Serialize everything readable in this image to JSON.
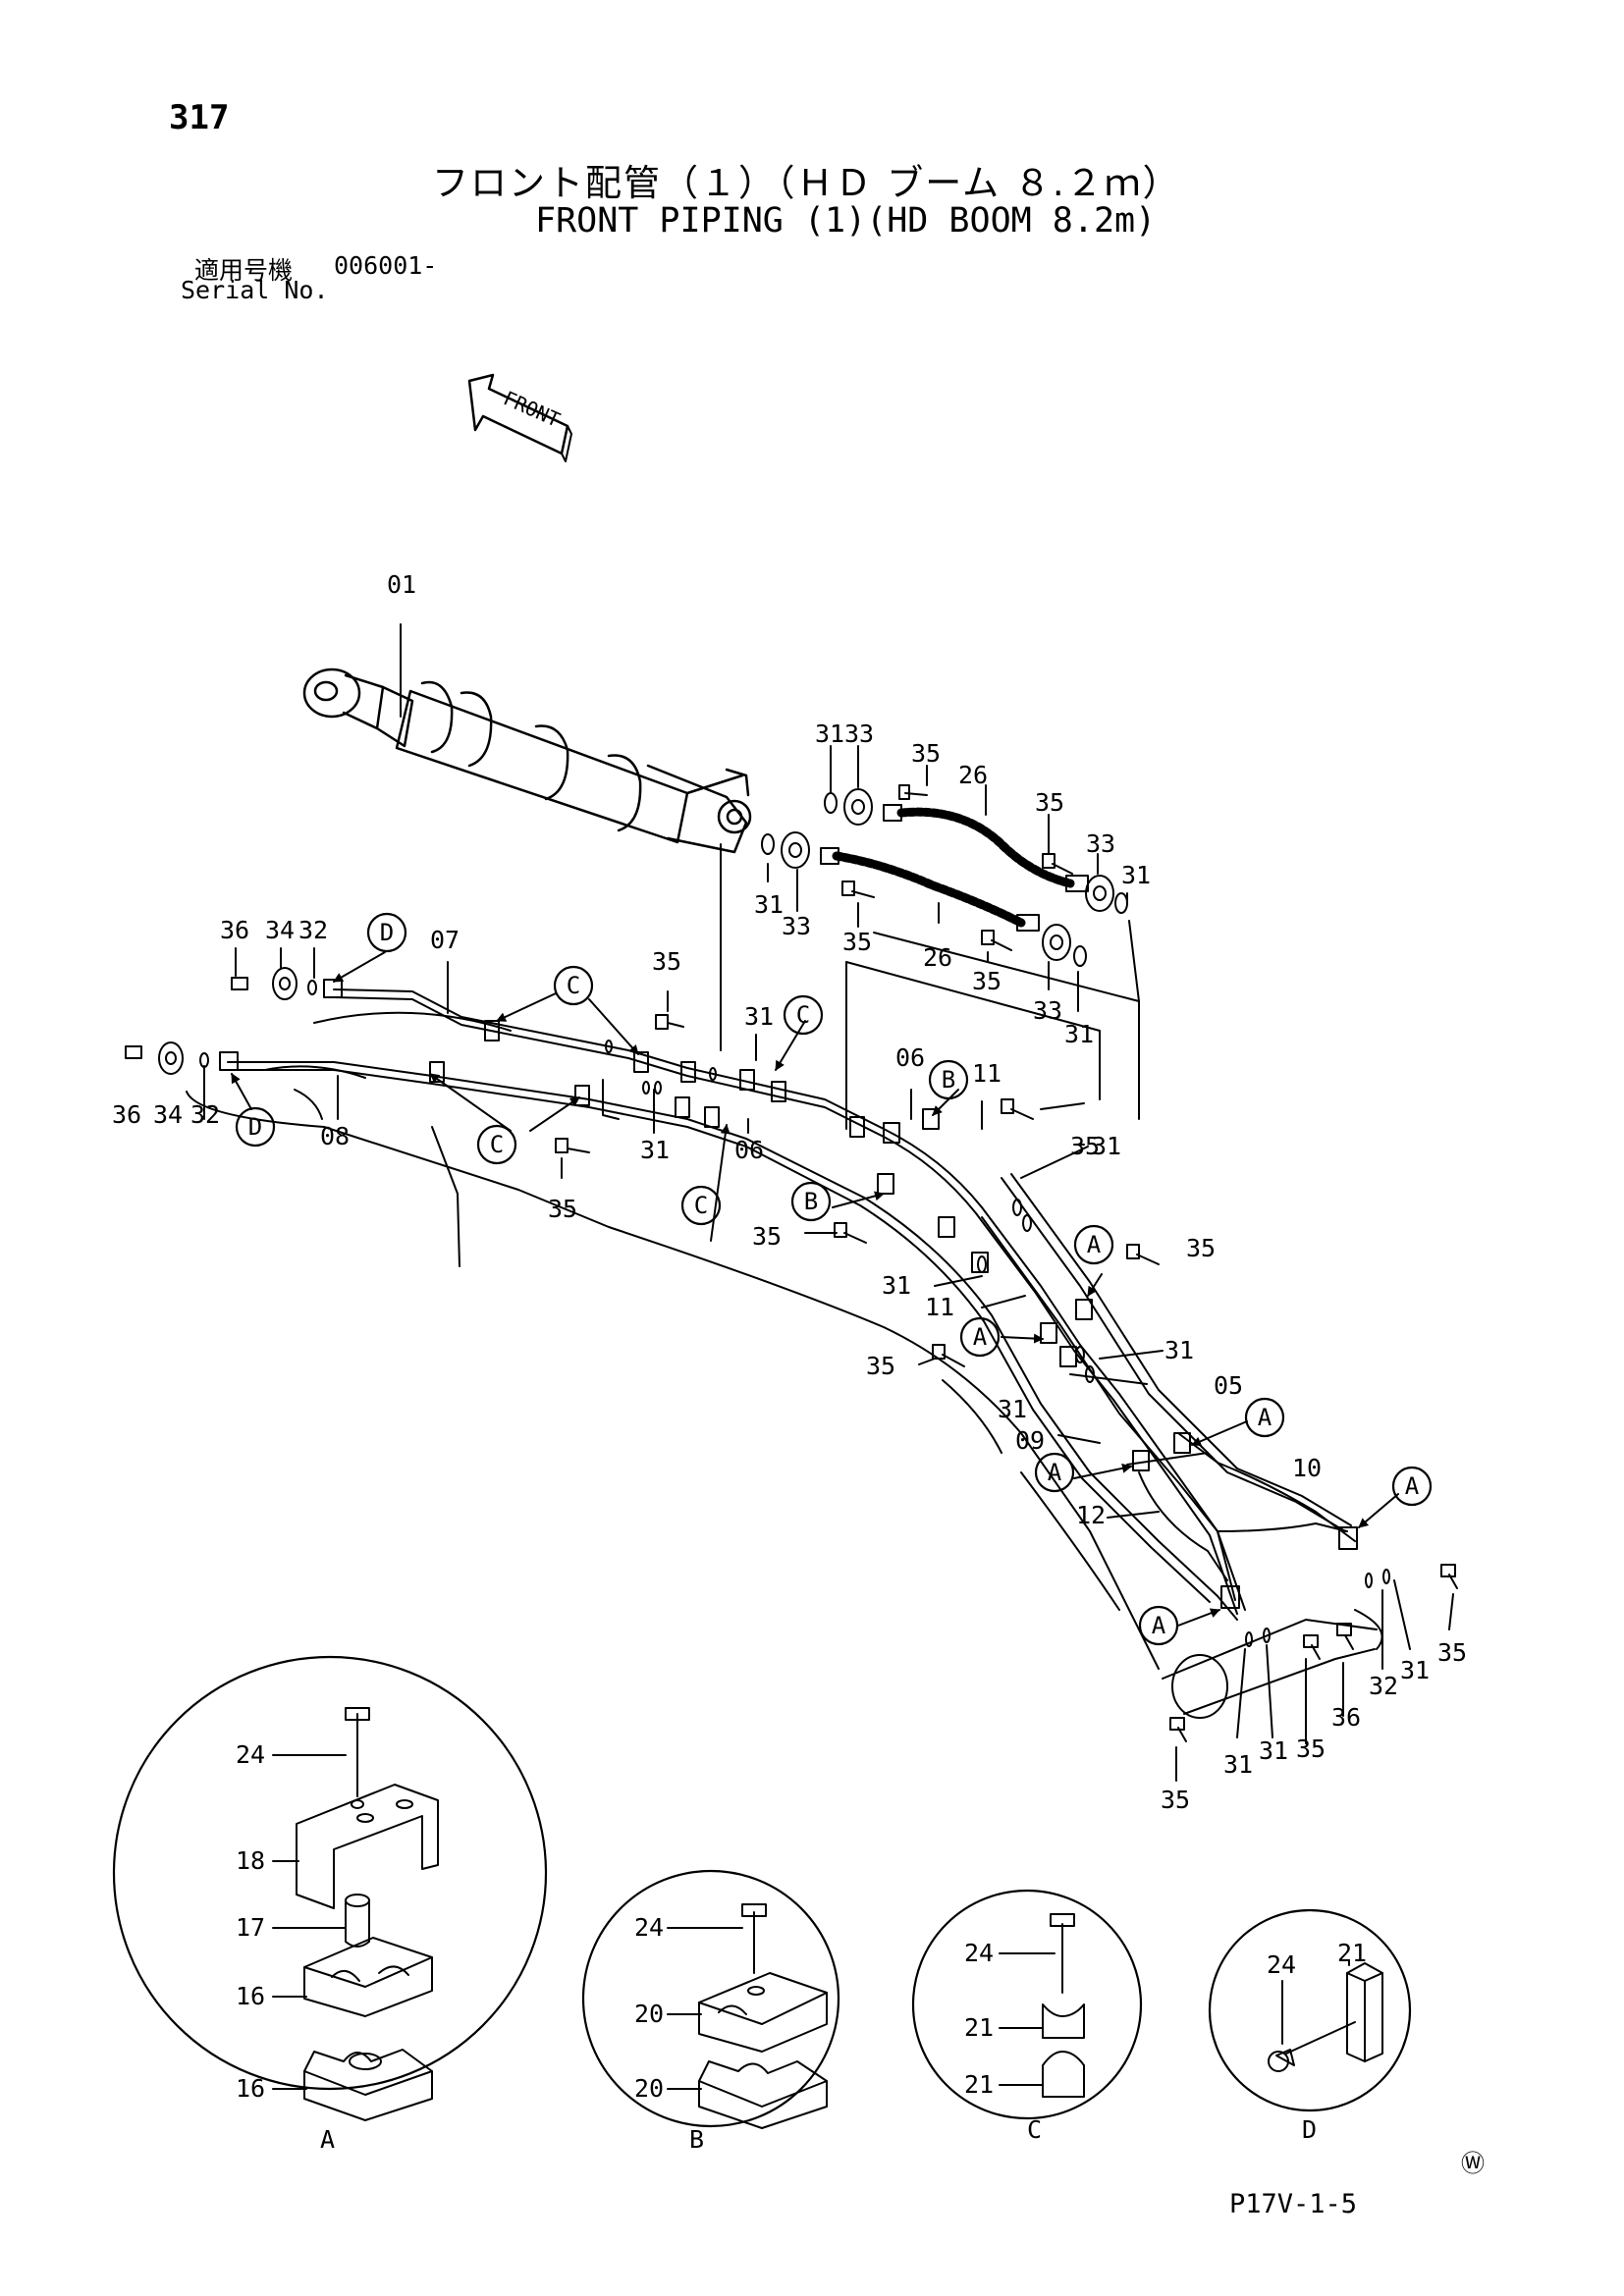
{
  "header": {
    "page_number": "317",
    "title_jp": "フロント配管（１）（ＨＤ ブーム ８.２ｍ）",
    "title_en": "FRONT PIPING (1)(HD BOOM 8.2m)",
    "serial_label_jp": "適用号機",
    "serial_number": "006001-",
    "serial_label_en": "Serial No."
  },
  "diagram": {
    "front_arrow_label": "FRONT",
    "callouts": {
      "c01": "01",
      "c31a": "31",
      "c33a": "33",
      "c35a": "35",
      "c26a": "26",
      "c35b": "35",
      "c33b": "33",
      "c31b": "31",
      "c31c": "31",
      "c33c": "33",
      "c35c": "35",
      "c26b": "26",
      "c35d": "35",
      "c33d": "33",
      "c31d": "31",
      "c36a": "36",
      "c34a": "34",
      "c32a": "32",
      "c07": "07",
      "c35e": "35",
      "c31e": "31",
      "c36b": "36",
      "c34b": "34",
      "c32b": "32",
      "c08": "08",
      "c35f": "35",
      "c31f": "31",
      "c06a": "06",
      "c06b": "06",
      "c11a": "11",
      "c35g": "35",
      "c31g": "31",
      "c35h": "35",
      "c31h": "31",
      "c11b": "11",
      "c35i": "35",
      "c35j": "35",
      "c31i": "31",
      "c05": "05",
      "c31j": "31",
      "c09": "09",
      "c10": "10",
      "c12": "12",
      "c35k": "35",
      "c31k": "31",
      "c32c": "32",
      "c36c": "36",
      "c35l": "35",
      "c31l": "31",
      "c31m": "31",
      "c35m": "35"
    },
    "letter_callouts": {
      "D1": "D",
      "D2": "D",
      "C1": "C",
      "C2": "C",
      "C3": "C",
      "C4": "C",
      "B1": "B",
      "B2": "B",
      "A1": "A",
      "A2": "A",
      "A3": "A",
      "A4": "A",
      "A5": "A",
      "A6": "A"
    },
    "details": [
      {
        "label": "A",
        "parts": [
          "24",
          "18",
          "17",
          "16",
          "16"
        ]
      },
      {
        "label": "B",
        "parts": [
          "24",
          "20",
          "20"
        ]
      },
      {
        "label": "C",
        "parts": [
          "24",
          "21",
          "21"
        ]
      },
      {
        "label": "D",
        "parts": [
          "21",
          "24"
        ]
      }
    ],
    "watermark_symbol": "Ⓦ"
  },
  "footer": {
    "drawing_code": "P17V-1-5"
  }
}
